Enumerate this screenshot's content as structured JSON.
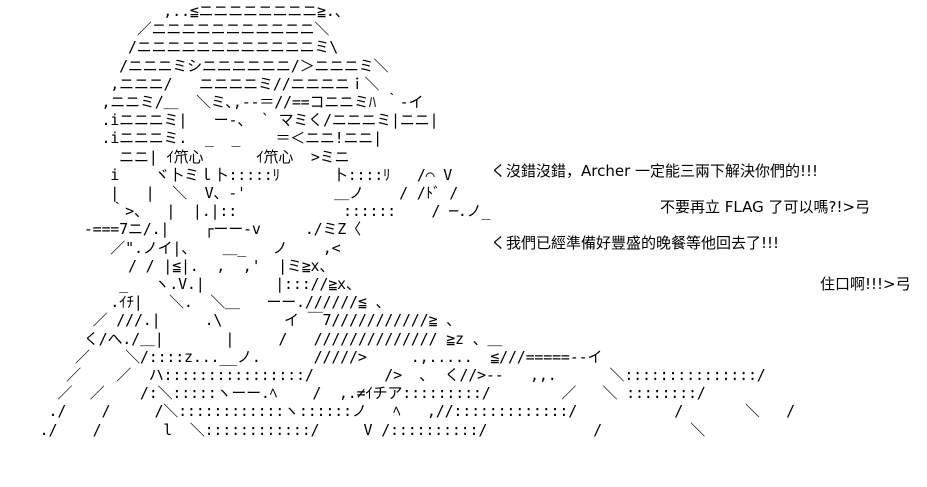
{
  "art": {
    "lines": [
      "                ,..≦ニニニニニニニニ≧.、",
      "             ／ニニニニニニニニニニニ＼",
      "            /ニニニニニニニニニニニニミ\\",
      "           /ニニニミシニニニニニニ/＞ニニニミ＼",
      "          ,ニニニ/   ニニニニミ//ニニニニｉ＼",
      "         ,ニニミ/＿  ＼ミ､,--＝//==コニニミﾊ ｀-イ",
      "         .iニニニミ|   ー-、 ` マミく/ニニニミ|ニニ|",
      "         .iニニニミ.  _  _    ＝＜ニニ!ニニ|",
      "           ニニ| ｲ笊心      ｲ笊心  >ミニ",
      "          i    ヾ卜ミｌ卜:::::ﾘ      卜::::ﾘ   /⌒ V",
      "          |   |  ＼  V、-'          ＿ノ    / /ﾄﾞ /",
      "          ｀>、  |  |.|::            ::::::    / ─.ノ_",
      "       -===7ニ/.|    ┌ーー-v     ./ミZ〈",
      "          ／\".ノイ|、   ＿_   ノ    ,<",
      "            / / |≦|.  ,  ,'  |ミ≧x、",
      "           _   ヽ.V.|        |::://≧x、",
      "          .ｲﾁ|   ＼.  ＼＿   ーー.//////≦ 、",
      "        ／ ///.|     .\\       イ ￣7///////////≧ 、",
      "       く/へ./＿|       |     /   ////////////// ≧z 、＿",
      "      ／    ＼/::::z...__ノ.      /////>     .,.....  ≦///=====--イ",
      "     ／    ／  ハ::::::::::::::::/        />  ､  く//>--   ,,.      ＼:::::::::::::::/",
      "    ／  ／    /:＼:::::ヽーー.ﾍ    /  ,.≠ｲチア:::::::::/        ／   ＼ ::::::::/",
      "   ./    /     /＼::::::::::::ヽ::::::ノ   ﾍ   ,//:::::::::::::/           /       ＼   /",
      "  ./    /       l  ＼::::::::::::/     V /::::::::::/            /          ＼"
    ]
  },
  "dialogue": {
    "line1": "く沒錯沒錯，Archer 一定能三兩下解決你們的!!!",
    "line2": "不要再立 FLAG 了可以嗎?!>弓",
    "line3": "く我們已經準備好豐盛的晚餐等他回去了!!!",
    "line4": "住口啊!!!>弓"
  }
}
